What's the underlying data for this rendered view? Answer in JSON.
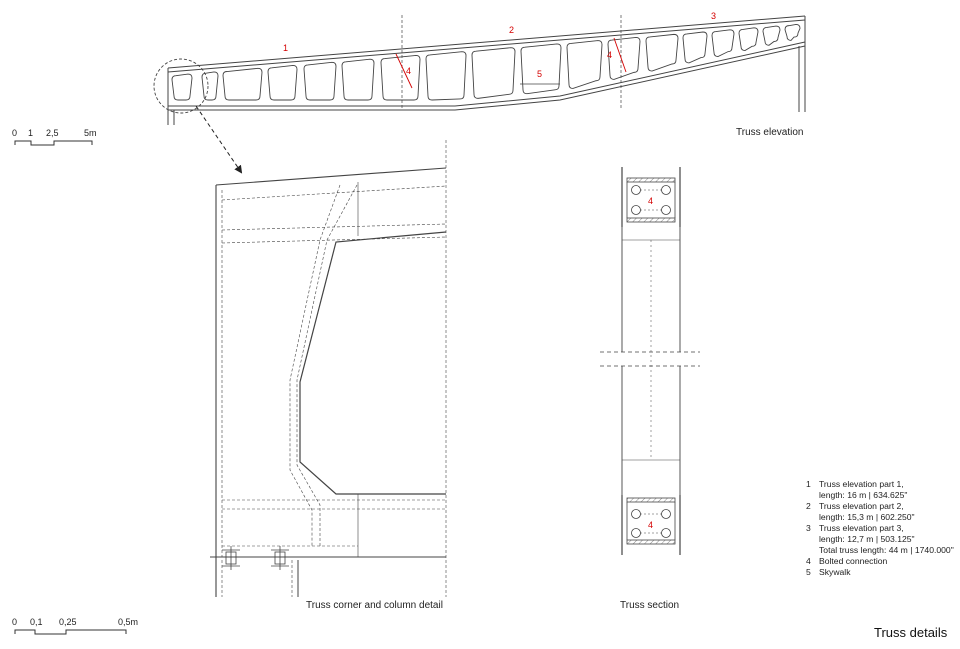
{
  "labels": {
    "elevation": "Truss elevation",
    "corner": "Truss corner and column detail",
    "section": "Truss section",
    "page_title": "Truss details"
  },
  "callouts": {
    "c1": "1",
    "c2": "2",
    "c3": "3",
    "c4": "4",
    "c5": "5"
  },
  "scale_top": [
    "0",
    "1",
    "2,5",
    "5m"
  ],
  "scale_bottom": [
    "0",
    "0,1",
    "0,25",
    "0,5m"
  ],
  "legend": [
    {
      "num": "1",
      "lines": [
        "Truss elevation part 1,",
        "length: 16 m | 634.625\""
      ]
    },
    {
      "num": "2",
      "lines": [
        "Truss elevation part 2,",
        "length: 15,3 m | 602.250\""
      ]
    },
    {
      "num": "3",
      "lines": [
        "Truss elevation part 3,",
        "length: 12,7 m | 503.125\"",
        "Total truss length: 44 m | 1740.000\""
      ]
    },
    {
      "num": "4",
      "lines": [
        "Bolted connection"
      ]
    },
    {
      "num": "5",
      "lines": [
        "Skywalk"
      ]
    }
  ],
  "colors": {
    "line": "#444444",
    "callout": "#d40000",
    "hatch": "#888888"
  }
}
